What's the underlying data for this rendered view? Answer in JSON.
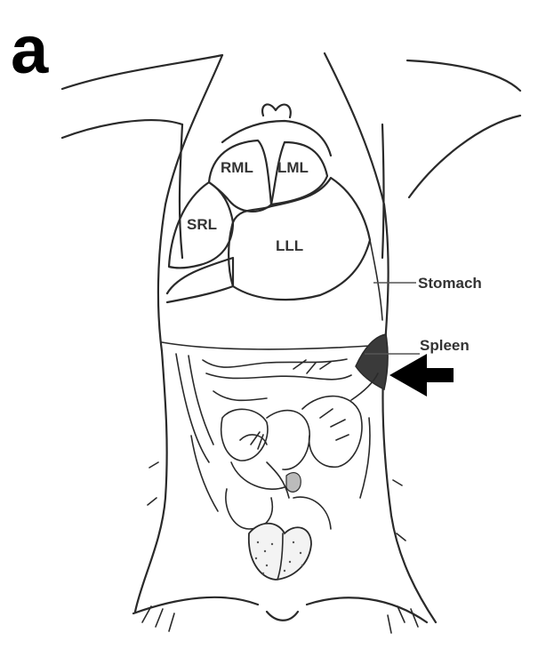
{
  "figure": {
    "panel_letter": "a",
    "liver_lobes": {
      "rml": "RML",
      "lml": "LML",
      "srl": "SRL",
      "lll": "LLL"
    },
    "callouts": {
      "stomach": "Stomach",
      "spleen": "Spleen"
    },
    "colors": {
      "line": "#2a2a2a",
      "spleen_fill": "#3a3a3a",
      "arrow": "#000000"
    },
    "icons": [
      "pointer-arrow-icon"
    ]
  }
}
